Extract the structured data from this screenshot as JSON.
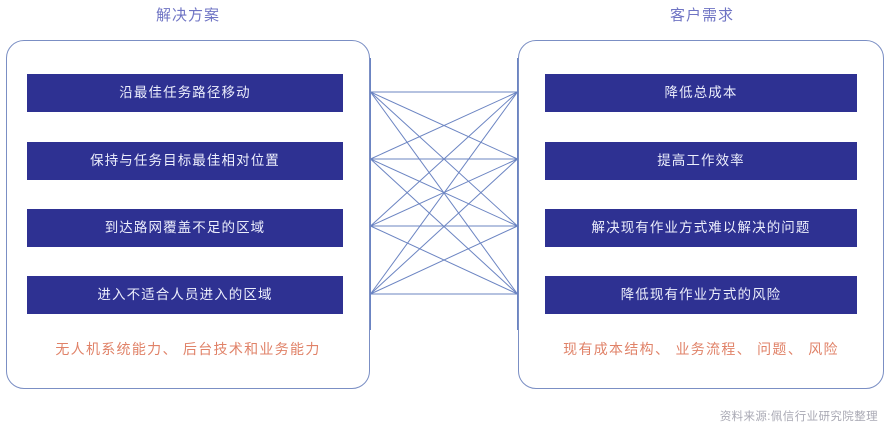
{
  "columns": {
    "left": {
      "title": "解决方案",
      "items": [
        {
          "label": "沿最佳任务路径移动"
        },
        {
          "label": "保持与任务目标最佳相对位置"
        },
        {
          "label": "到达路网覆盖不足的区域"
        },
        {
          "label": "进入不适合人员进入的区域"
        }
      ],
      "note": "无人机系统能力、 后台技术和业务能力"
    },
    "right": {
      "title": "客户需求",
      "items": [
        {
          "label": "降低总成本"
        },
        {
          "label": "提高工作效率"
        },
        {
          "label": "解决现有作业方式难以解决的问题"
        },
        {
          "label": "降低现有作业方式的风险"
        }
      ],
      "note": "现有成本结构、 业务流程、 问题、 风险"
    }
  },
  "footer": {
    "source": "资料来源:佩信行业研究院整理"
  },
  "colors": {
    "bar_fill": "#2e3192",
    "bar_text": "#eceefc",
    "title_text": "#6f74c4",
    "note_text": "#e08268",
    "panel_border": "#7b8fc4",
    "connector_line": "#6b84c2",
    "source_text": "#a9a9b4",
    "background": "#ffffff"
  },
  "connector_graph": {
    "type": "bipartite-complete",
    "left_nodes": 4,
    "right_nodes": 4,
    "edge_count": 16
  }
}
